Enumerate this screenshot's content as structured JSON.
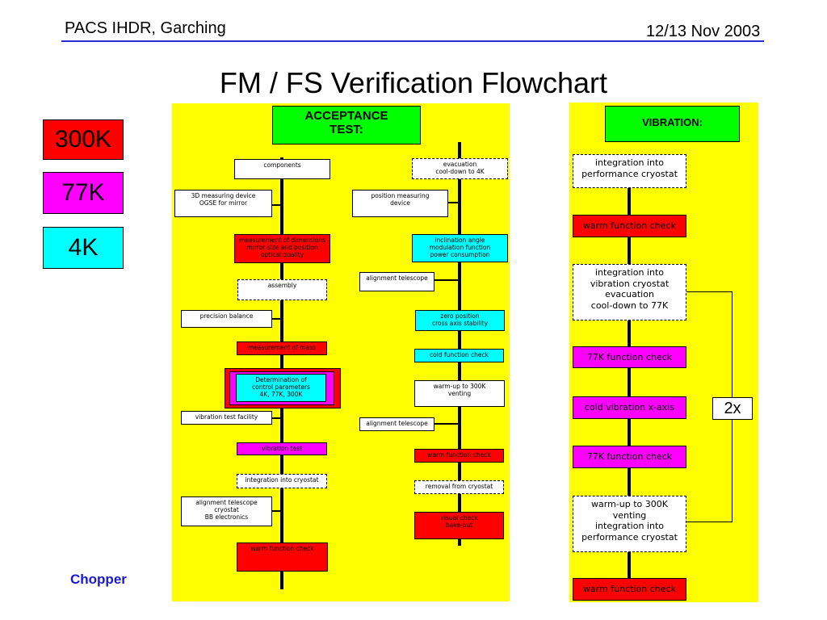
{
  "header": {
    "left": "PACS IHDR, Garching",
    "right": "12/13 Nov 2003",
    "title": "FM / FS Verification Flowchart"
  },
  "legend": [
    {
      "label": "300K",
      "color": "#ff0000"
    },
    {
      "label": "77K",
      "color": "#ff00ff"
    },
    {
      "label": "4K",
      "color": "#00ffff"
    }
  ],
  "acceptance": {
    "title": "ACCEPTANCE\nTEST:",
    "left_column": {
      "components": "components",
      "measuring_device": "3D measuring device\nOGSE for mirror",
      "measurement_dimensions": "measurement of dimensions\nmirror size and position\noptical quality",
      "assembly": "assembly",
      "precision_balance": "precision balance",
      "measurement_mass": "measurement of mass",
      "determination": "Determination of\ncontrol parameters\n4K, 77K, 300K",
      "vibration_facility": "vibration test facility",
      "vibration_test": "vibration test",
      "integration_cryostat": "integration into cryostat",
      "alignment_bb": "alignment telescope\ncryostat\nBB electronics",
      "warm_function_check": "warm function check"
    },
    "right_column": {
      "evacuation": "evacuation\ncool-down to 4K",
      "position_measuring": "position measuring\ndevice",
      "inclination": "inclination angle\nmodulation function\npower consumption",
      "alignment_1": "alignment telescope",
      "zero_position": "zero position\ncross axis stability",
      "cold_function_check": "cold function check",
      "warm_up": "warm-up to 300K\nventing",
      "alignment_2": "alignment telescope",
      "warm_function_check": "warm function check",
      "removal": "removal from cryostat",
      "visual_check": "visual check\nbake-out"
    }
  },
  "vibration": {
    "title": "VIBRATION:",
    "steps": {
      "integration_perf": "integration into\nperformance cryostat",
      "warm_check_1": "warm function check",
      "integration_vib": "integration into\nvibration cryostat\nevacuation\ncool-down to 77K",
      "check_77k_1": "77K function check",
      "cold_vibration": "cold vibration x-axis",
      "check_77k_2": "77K function check",
      "warm_up": "warm-up to 300K\nventing\nintegration into\nperformance cryostat",
      "warm_check_2": "warm function check"
    },
    "repeat": "2x"
  },
  "footer": {
    "label": "Chopper"
  },
  "colors": {
    "panel": "#ffff00",
    "rule": "#2b2bd6",
    "warm": "#ff0000",
    "k77": "#ff00ff",
    "k4": "#00ffff",
    "header_green": "#00ff00",
    "chopper": "#1a1acc"
  }
}
